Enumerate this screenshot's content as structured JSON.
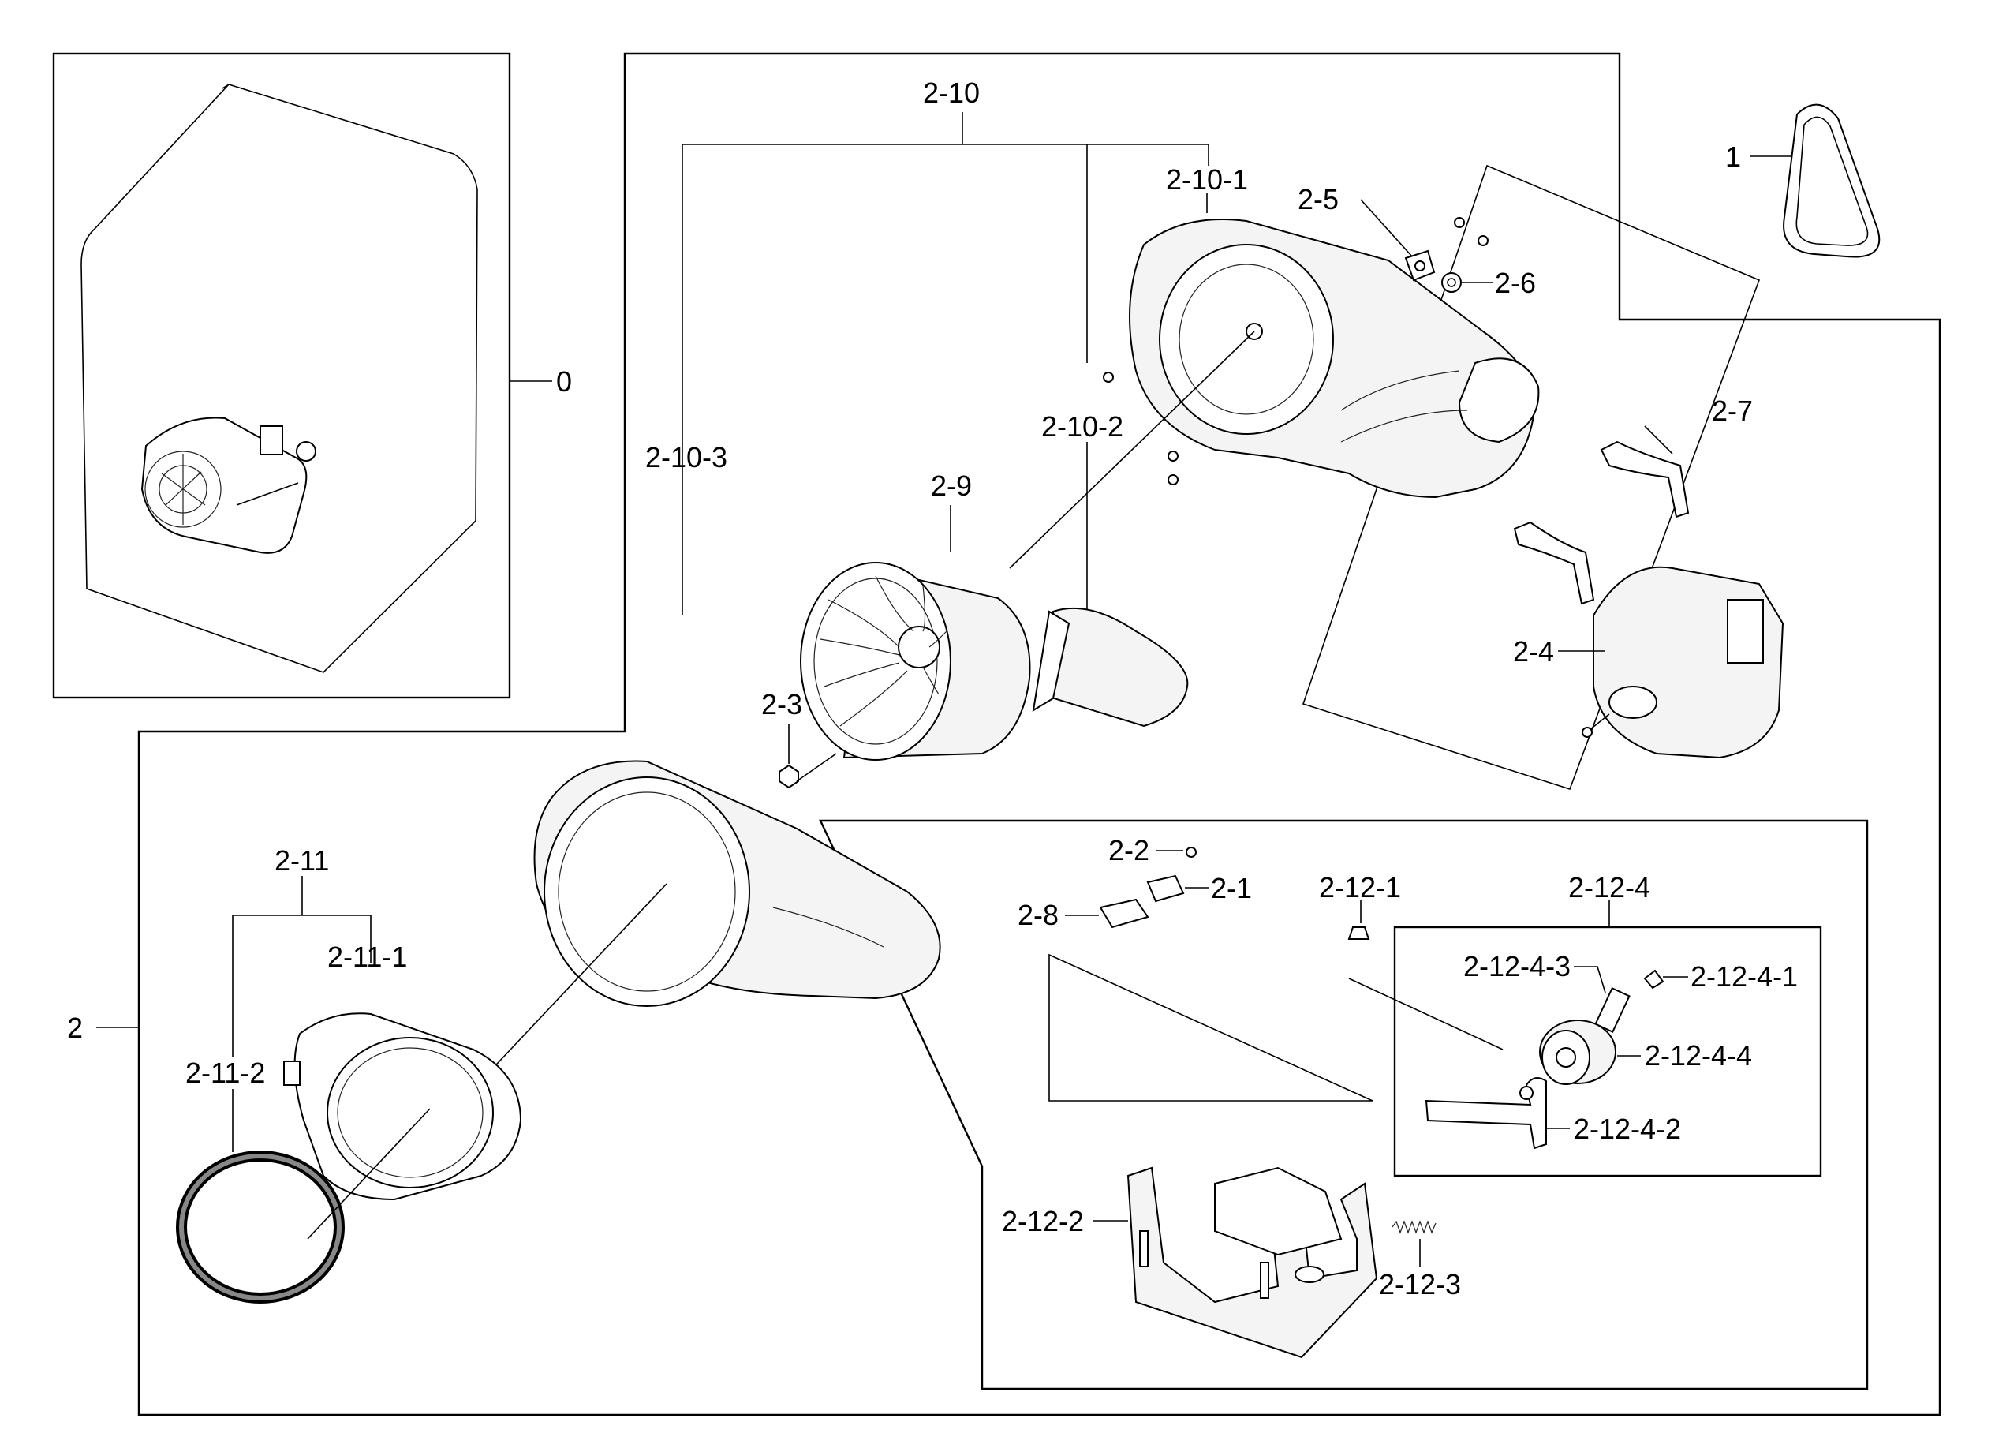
{
  "labels": {
    "main": "0",
    "belt": "1",
    "assy": "2",
    "p2_1": "2-1",
    "p2_2": "2-2",
    "p2_3": "2-3",
    "p2_4": "2-4",
    "p2_5": "2-5",
    "p2_6": "2-6",
    "p2_7": "2-7",
    "p2_8": "2-8",
    "p2_9": "2-9",
    "p2_10": "2-10",
    "p2_10_1": "2-10-1",
    "p2_10_2": "2-10-2",
    "p2_10_3": "2-10-3",
    "p2_11": "2-11",
    "p2_11_1": "2-11-1",
    "p2_11_2": "2-11-2",
    "p2_12_1": "2-12-1",
    "p2_12_2": "2-12-2",
    "p2_12_3": "2-12-3",
    "p2_12_4": "2-12-4",
    "p2_12_4_1": "2-12-4-1",
    "p2_12_4_2": "2-12-4-2",
    "p2_12_4_3": "2-12-4-3",
    "p2_12_4_4": "2-12-4-4"
  }
}
